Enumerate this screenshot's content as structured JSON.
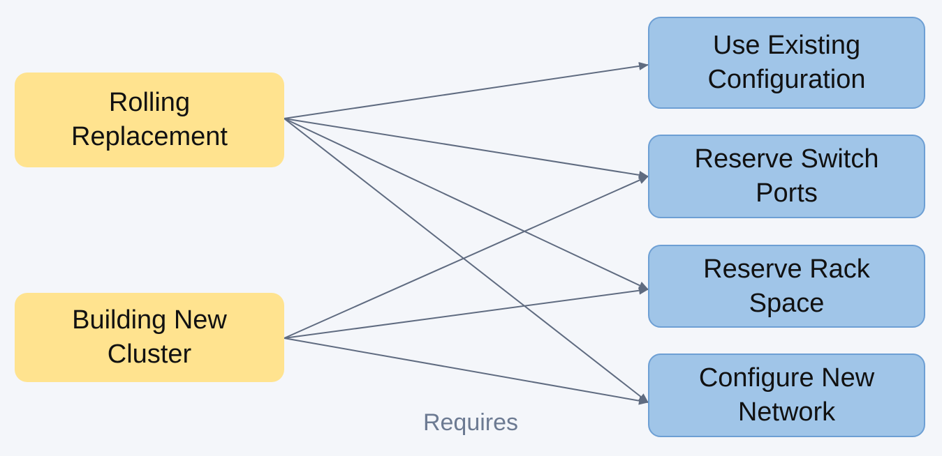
{
  "nodes": {
    "rolling_replacement": {
      "label": "Rolling\nReplacement",
      "color": "#ffe38f"
    },
    "building_new_cluster": {
      "label": "Building New\nCluster",
      "color": "#ffe38f"
    },
    "use_existing_configuration": {
      "label": "Use Existing\nConfiguration",
      "color": "#a0c5e8"
    },
    "reserve_switch_ports": {
      "label": "Reserve Switch\nPorts",
      "color": "#a0c5e8"
    },
    "reserve_rack_space": {
      "label": "Reserve Rack\nSpace",
      "color": "#a0c5e8"
    },
    "configure_new_network": {
      "label": "Configure New\nNetwork",
      "color": "#a0c5e8"
    }
  },
  "edges": [
    {
      "from": "rolling_replacement",
      "to": "use_existing_configuration"
    },
    {
      "from": "rolling_replacement",
      "to": "reserve_switch_ports"
    },
    {
      "from": "rolling_replacement",
      "to": "reserve_rack_space"
    },
    {
      "from": "rolling_replacement",
      "to": "configure_new_network"
    },
    {
      "from": "building_new_cluster",
      "to": "reserve_switch_ports"
    },
    {
      "from": "building_new_cluster",
      "to": "reserve_rack_space"
    },
    {
      "from": "building_new_cluster",
      "to": "configure_new_network"
    }
  ],
  "edge_label": "Requires",
  "edge_color": "#5f6b80"
}
